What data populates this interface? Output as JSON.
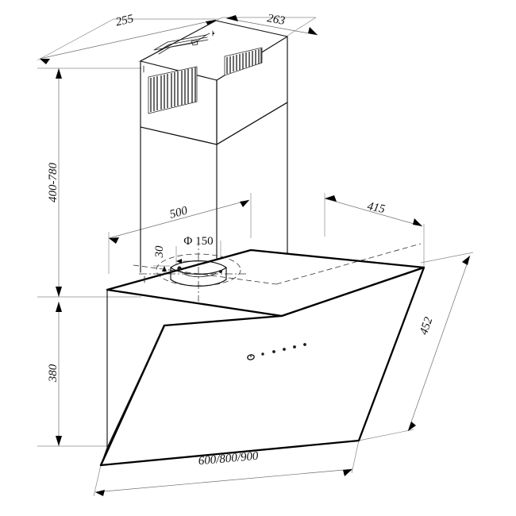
{
  "drawing": {
    "title": "Range Hood Technical Dimension Drawing",
    "subject": "inclined-glass-wall-mounted-range-hood",
    "projection": "isometric",
    "units": "mm",
    "background_color": "#ffffff",
    "line_color": "#111111",
    "dimension_line_color": "#6d6d6d"
  },
  "dimensions": {
    "chimney_top_depth": {
      "label": "255",
      "value": 255,
      "position": "top-left",
      "orientation": "isometric-left"
    },
    "chimney_top_width": {
      "label": "263",
      "value": 263,
      "position": "top-right",
      "orientation": "isometric-right"
    },
    "chimney_height_range": {
      "label": "400-780",
      "min": 400,
      "max": 780,
      "position": "left-vertical-upper",
      "orientation": "vertical"
    },
    "body_height": {
      "label": "380",
      "value": 380,
      "position": "left-vertical-lower",
      "orientation": "vertical"
    },
    "outlet_offset_from_back": {
      "label": "500",
      "value": 500,
      "position": "center-upper",
      "orientation": "isometric-right"
    },
    "outlet_collar_height": {
      "label": "30",
      "value": 30,
      "position": "center-small-vertical",
      "orientation": "vertical"
    },
    "outlet_diameter": {
      "label": "Φ 150",
      "symbol": "Φ",
      "value": 150,
      "position": "center-top-of-collar",
      "orientation": "horizontal"
    },
    "hood_depth": {
      "label": "415",
      "value": 415,
      "position": "right-upper",
      "orientation": "isometric-right"
    },
    "glass_panel_height": {
      "label": "452",
      "value": 452,
      "position": "right-diagonal",
      "orientation": "isometric-diagonal"
    },
    "hood_width_options": {
      "label": "600/800/900",
      "values": [
        600,
        800,
        900
      ],
      "position": "bottom-center",
      "orientation": "isometric-left"
    }
  },
  "components": {
    "chimney_upper": {
      "name": "upper-chimney-section",
      "features": [
        "left-face-louver-vent",
        "right-face-louver-vent",
        "top-face-slot-recess"
      ]
    },
    "chimney_lower": {
      "name": "lower-chimney-section",
      "features": [
        "telescopic-sleeve"
      ]
    },
    "hood_body": {
      "name": "hood-body-top-plate"
    },
    "outlet_collar": {
      "name": "circular-duct-outlet",
      "diameter_label": "Φ 150",
      "height_label": "30"
    },
    "glass_panel": {
      "name": "inclined-glass-front-panel",
      "features": [
        "touch-control-indicator-dots"
      ]
    },
    "control_panel": {
      "name": "touch-control-strip",
      "indicator_count": 5,
      "has_power_symbol": true
    }
  },
  "louvers": {
    "left_vent_slat_count": 14,
    "right_vent_slat_count": 12
  }
}
